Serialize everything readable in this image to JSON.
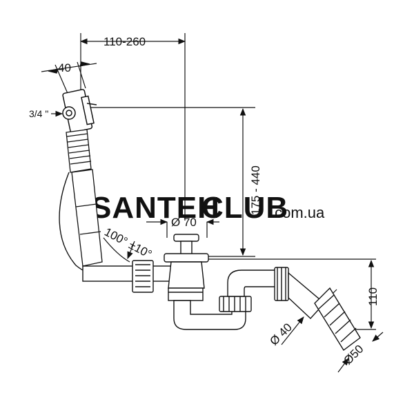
{
  "dimensions": {
    "overflow_offset": "110-260",
    "overflow_width": "40",
    "thread_size": "3/4 \"",
    "height_range": "175 - 440",
    "plug_diameter": "Ø 70",
    "angle": "100° ±10°",
    "drain_height": "110",
    "pipe_diameter_40": "Ø 40",
    "pipe_diameter_50": "Ø50"
  },
  "watermark": {
    "brand_part1": "SANTEH",
    "brand_part2": "CLUB",
    "domain": ".com.ua",
    "color_part1": "#c9d4e3",
    "color_part2": "#f5d48a",
    "color_domain": "#c9d4e3"
  },
  "colors": {
    "line": "#111111",
    "fill": "#ffffff"
  }
}
